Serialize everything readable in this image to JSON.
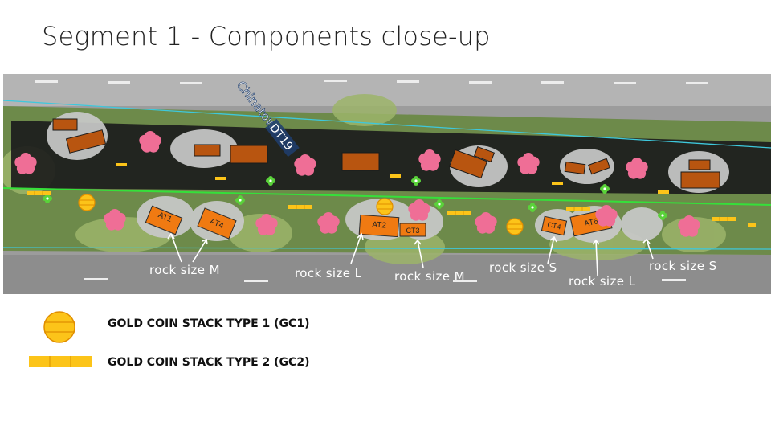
{
  "title": "Segment 1 - Components close-up",
  "street_label": "Chinatown",
  "street_code": "DT19",
  "components": {
    "AT1": "AT1",
    "AT4": "AT4",
    "AT2": "AT2",
    "CT3": "CT3",
    "CT4": "CT4",
    "AT6": "AT6"
  },
  "annotations": [
    "rock size M",
    "rock size L",
    "rock size M",
    "rock size S",
    "rock size L",
    "rock size S"
  ],
  "legend": {
    "gc1": "GOLD COIN STACK TYPE 1 (GC1)",
    "gc2": "GOLD COIN STACK TYPE 2 (GC2)"
  },
  "colors": {
    "component_fill": "#f07a12",
    "dark_box_fill": "#b85510",
    "rock": "#c9c9c9",
    "flower": "#ef6e96",
    "coin": "#fcc419",
    "green_line": "#35e03a",
    "cyan_line": "#3ec8dc",
    "band": "#1c1c1c"
  }
}
